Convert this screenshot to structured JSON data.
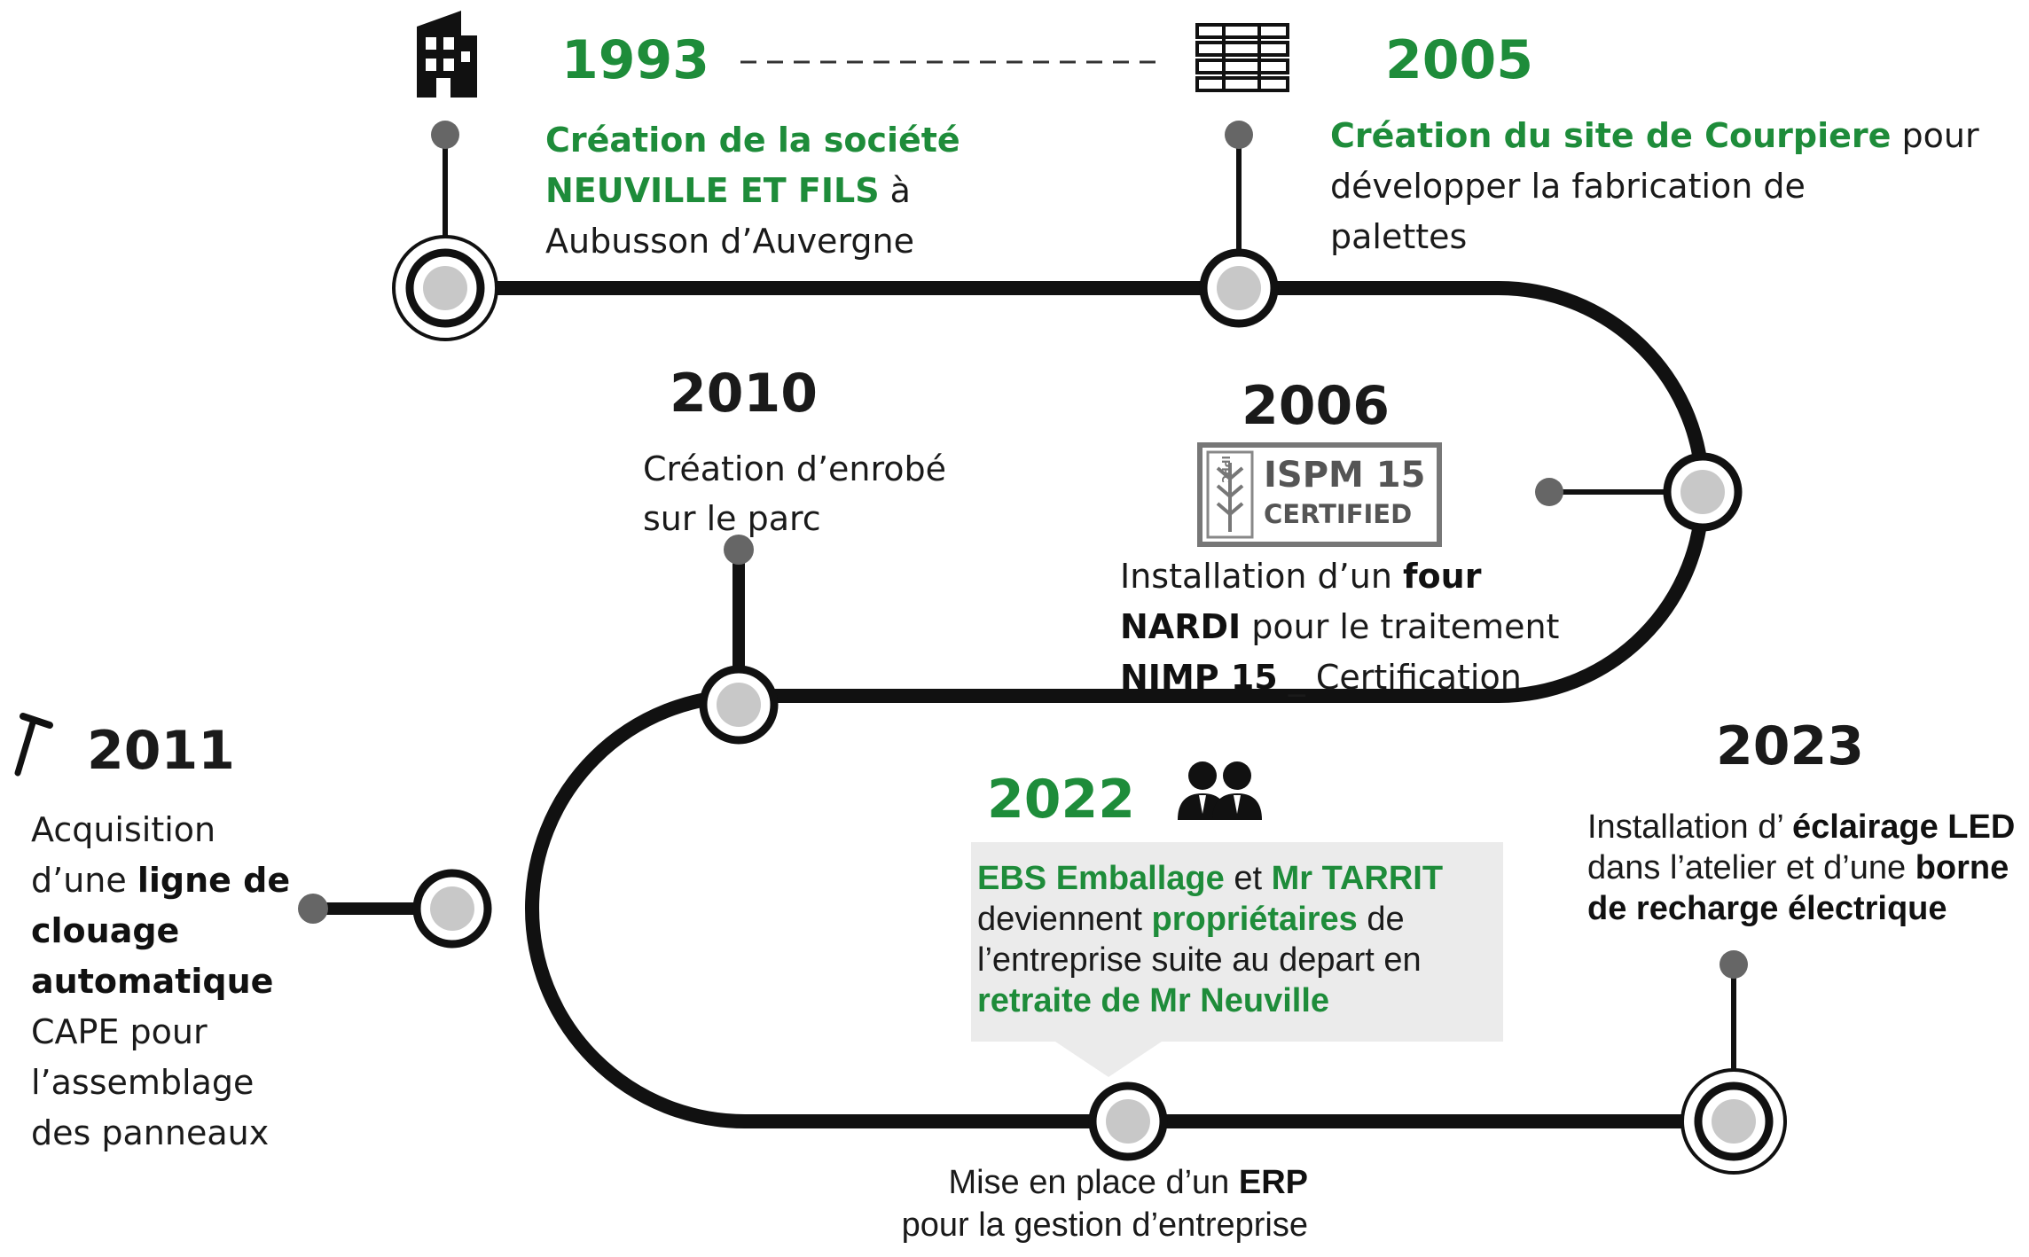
{
  "milestones": {
    "m1993": {
      "year": "1993",
      "line1": "Création de la société",
      "line2_strong": "NEUVILLE ET FILS",
      "line2_rest": " à",
      "line3": "Aubusson d’Auvergne",
      "icon": "building-icon"
    },
    "m2005": {
      "year": "2005",
      "line1_strong": "Création du site de Courpiere",
      "line1_rest": " pour",
      "line2": "développer la fabrication de",
      "line3": "palettes",
      "icon": "pallet-icon"
    },
    "m2006": {
      "year": "2006",
      "badge_side": "IPPC",
      "badge_title": "ISPM 15",
      "badge_sub": "CERTIFIED",
      "line1_a": "Installation d’un ",
      "line1_b": "four",
      "line2_a": "NARDI",
      "line2_b": " pour le traitement",
      "line3_a": "NIMP 15",
      "line3_b": " _ Certification"
    },
    "m2010": {
      "year": "2010",
      "line1": "Création d’enrobé",
      "line2": "sur le parc"
    },
    "m2011": {
      "year": "2011",
      "icon": "nail-icon",
      "line1": "Acquisition",
      "line2_a": "d’une ",
      "line2_b": "ligne de",
      "line3": "clouage",
      "line4": "automatique",
      "line5": "CAPE pour",
      "line6": "l’assemblage",
      "line7": "des panneaux"
    },
    "m2022": {
      "year": "2022",
      "icon": "people-icon",
      "line1_a": "EBS Emballage",
      "line1_b": " et ",
      "line1_c": "Mr TARRIT",
      "line2_a": "deviennent ",
      "line2_b": "propriétaires",
      "line2_c": " de",
      "line3": "l’entreprise suite au depart en",
      "line4": "retraite de Mr Neuville",
      "erp_a": "Mise en place d’un ",
      "erp_b": "ERP",
      "erp_line2": "pour la gestion d’entreprise"
    },
    "m2023": {
      "year": "2023",
      "line1_a": "Installation d’ ",
      "line1_b": "éclairage LED",
      "line2_a": "dans l’atelier et d’une ",
      "line2_b": "borne",
      "line3": "de recharge électrique"
    }
  },
  "colors": {
    "accent_green": "#1e8c3a",
    "path": "#111111",
    "node_fill": "#c8c8c8",
    "callout_bg": "#ebebeb"
  }
}
